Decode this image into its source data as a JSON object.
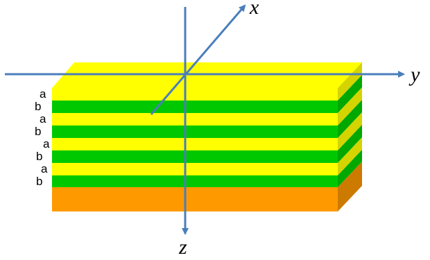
{
  "colors": {
    "layer_a_front": "#ffff00",
    "layer_a_side": "#d4d400",
    "layer_b_front": "#00c800",
    "layer_b_side": "#00a800",
    "substrate_front": "#ff9900",
    "substrate_side": "#cc7a00",
    "axis": "#4a7ebb"
  },
  "layers": {
    "labels": [
      "a",
      "b",
      "a",
      "b",
      "a",
      "b",
      "a",
      "b"
    ]
  },
  "axes": {
    "x_label": "x",
    "y_label": "y",
    "z_label": "z"
  }
}
